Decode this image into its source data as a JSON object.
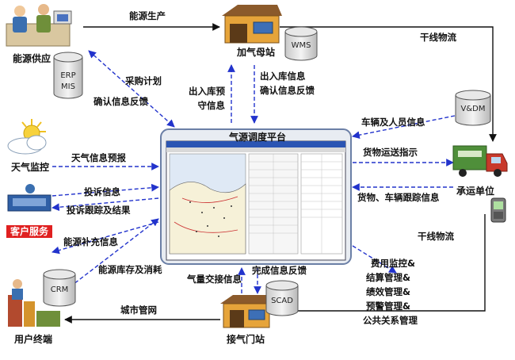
{
  "platform": {
    "title": "气源调度平台"
  },
  "nodes": {
    "energy_supply": "能源供应",
    "gas_mother_station": "加气母站",
    "carrier": "承运单位",
    "gas_station": "接气门站",
    "end_users": "用户终端",
    "weather": "天气监控",
    "customer_service": "客户服务"
  },
  "systems": {
    "erp": [
      "ERP",
      "MIS"
    ],
    "wms": "WMS",
    "vdm": "V&DM",
    "crm": "CRM",
    "scada": "SCAD"
  },
  "flows": {
    "energy_production": "能源生产",
    "trunk_logistics_top": "干线物流",
    "trunk_logistics_bottom": "干线物流",
    "procurement_plan": "采购计划",
    "confirm_feedback": "确认信息反馈",
    "io_forecast": [
      "出入库预",
      "守信息"
    ],
    "io_info": [
      "出入库信息",
      "确认信息反馈"
    ],
    "vehicle_personnel_info": "车辆及人员信息",
    "cargo_transport_instruction": "货物运送指示",
    "cargo_vehicle_tracking": "货物、车辆跟踪信息",
    "weather_forecast": "天气信息预报",
    "complaint_info": "投诉信息",
    "complaint_tracking": "投诉跟踪及结果",
    "energy_supplement": "能源补充信息",
    "energy_stock_consumption": "能源库存及消耗",
    "gas_handover": "气量交接信息",
    "completion_feedback": "完成信息反馈",
    "city_pipeline": "城市管网",
    "management": [
      "费用监控&",
      "结算管理&",
      "绩效管理&",
      "预警管理&",
      "公共关系管理"
    ]
  }
}
